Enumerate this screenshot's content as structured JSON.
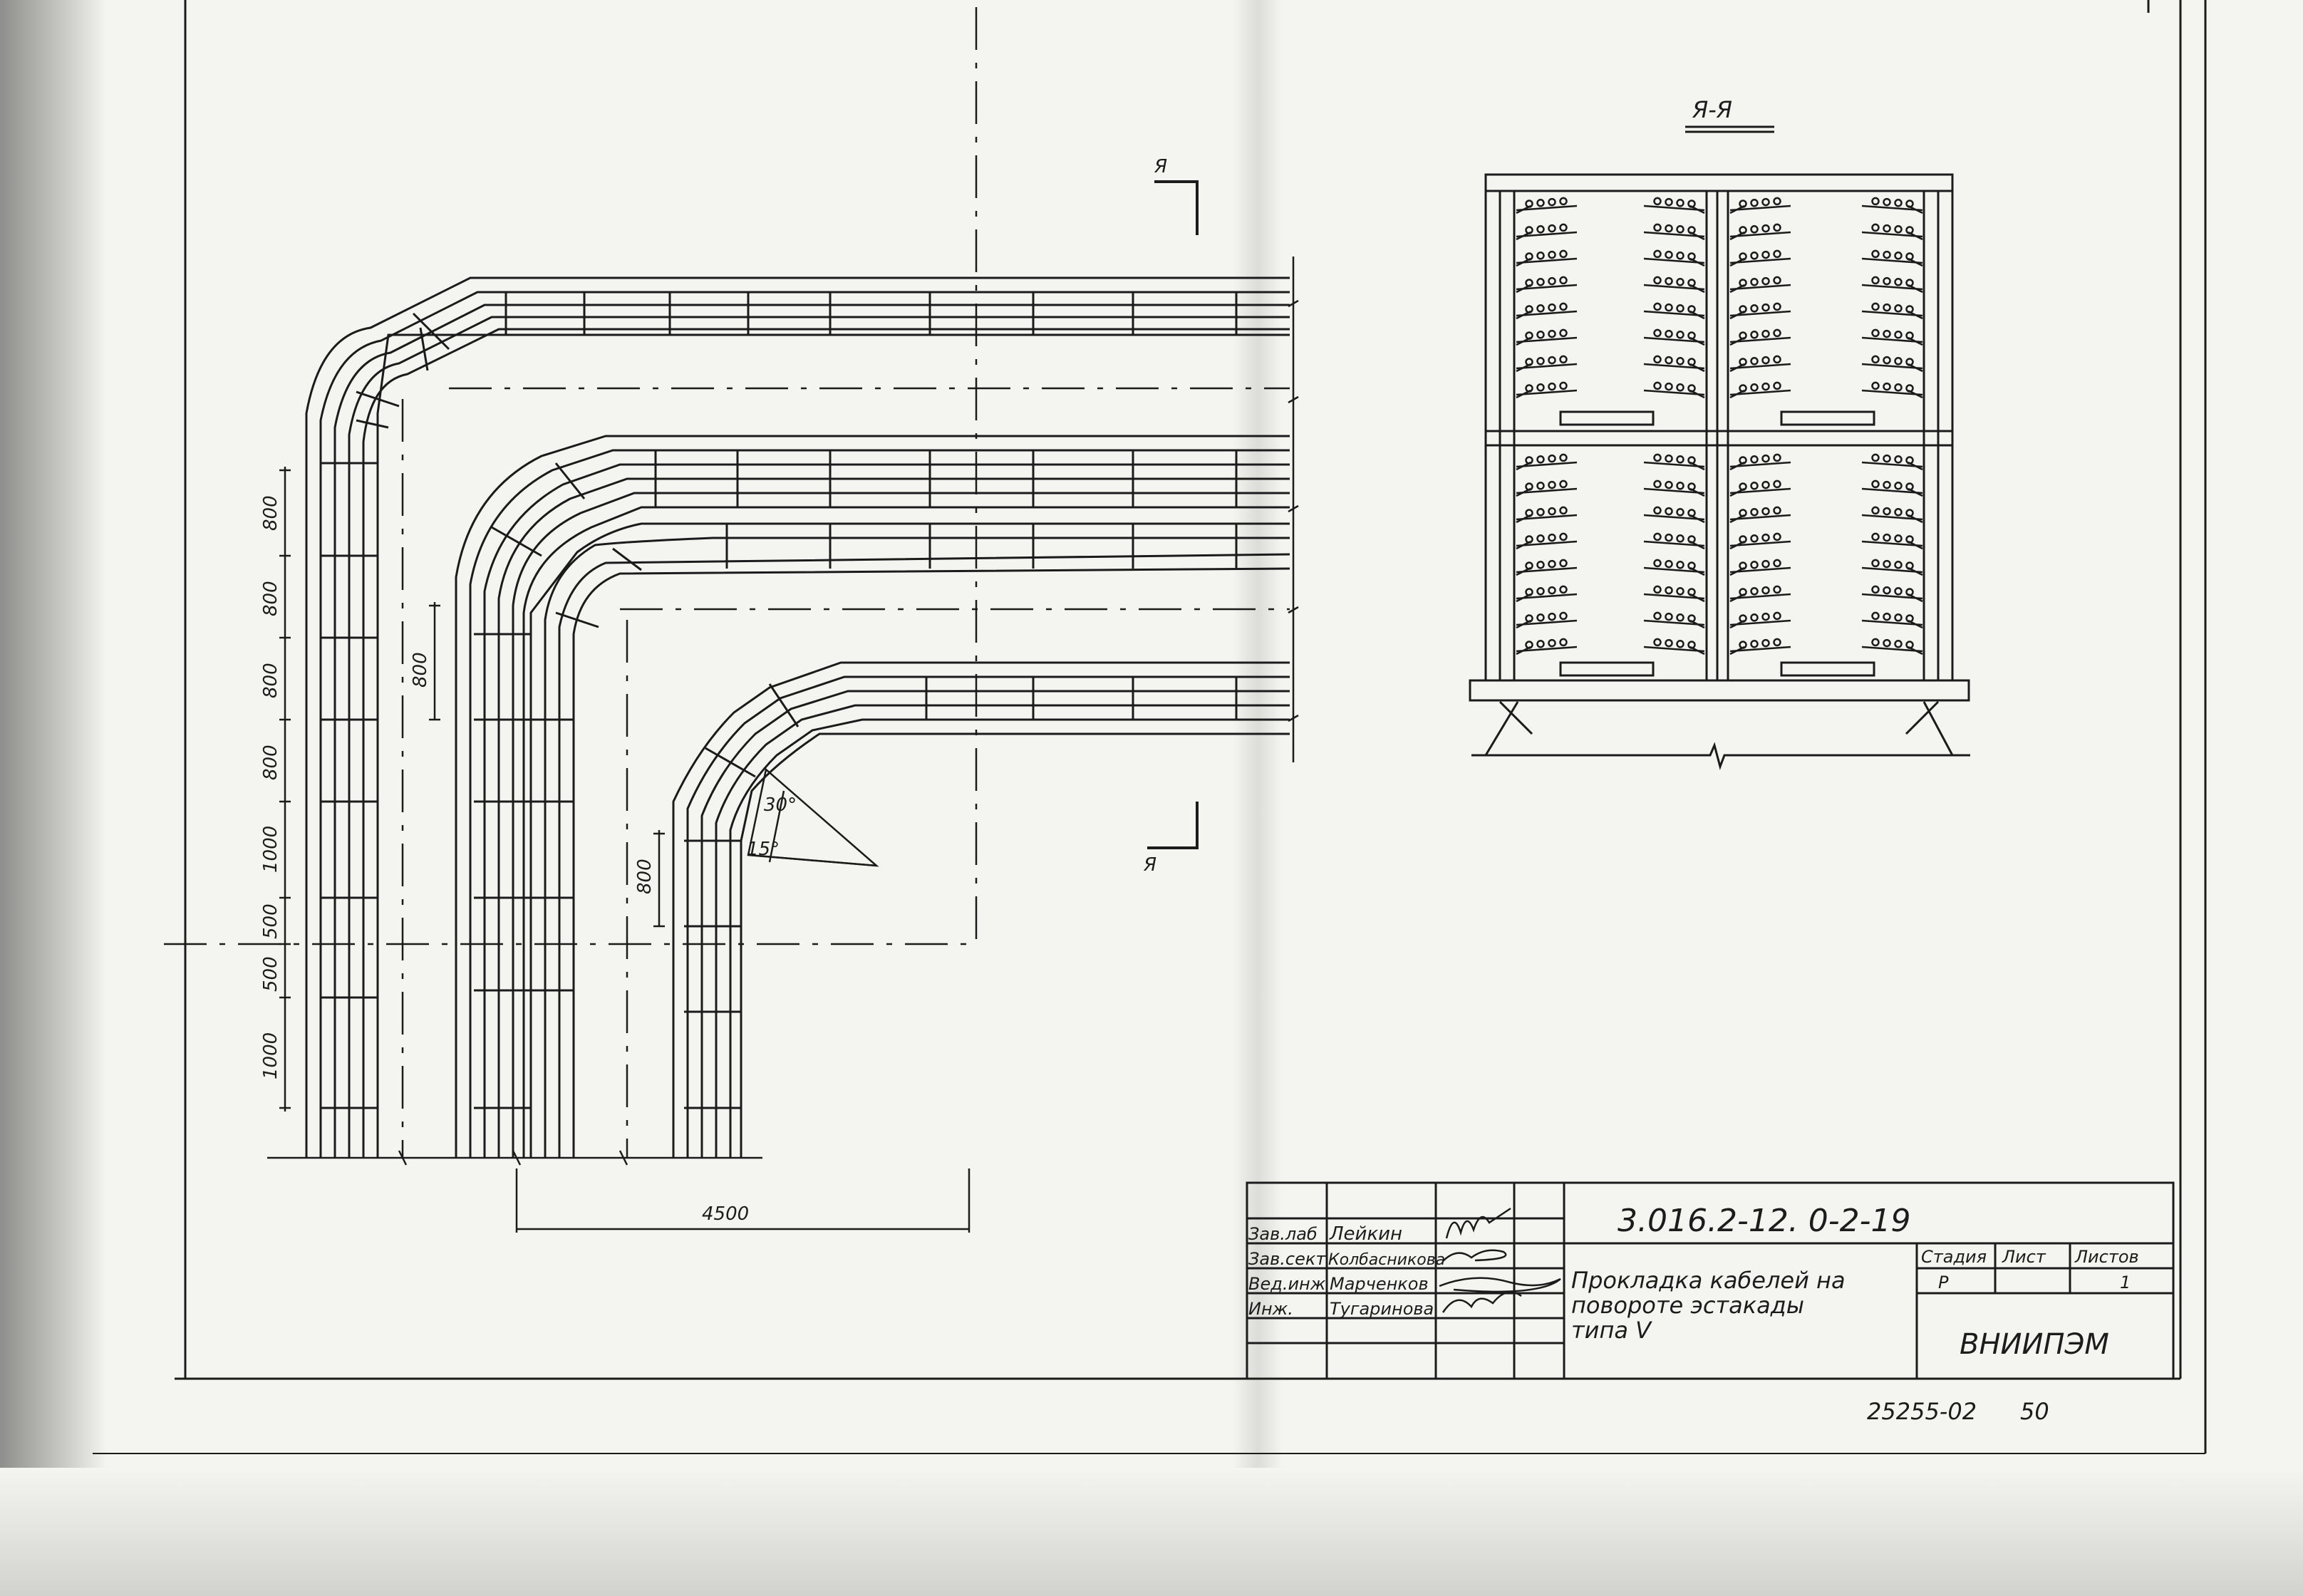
{
  "drawing": {
    "section_label": "Я-Я",
    "cut_mark_top": "Я",
    "cut_mark_bottom": "Я",
    "dimensions_left": [
      "800",
      "800",
      "800",
      "800",
      "1000",
      "500",
      "500",
      "1000"
    ],
    "dimension_middle": "800",
    "dimension_inner": "800",
    "dimension_bottom": "4500",
    "angle_30": "30°",
    "angle_15": "15°"
  },
  "title_block": {
    "document_code": "3.016.2-12. 0-2-19",
    "title_lines": [
      "Прокладка кабелей на",
      "повороте эстакады",
      "типа V"
    ],
    "stage_header": "Стадия",
    "sheet_header": "Лист",
    "sheets_header": "Листов",
    "stage_value": "Р",
    "sheets_value": "1",
    "organization": "ВНИИПЭМ",
    "staff": [
      {
        "role": "Зав.лаб",
        "name": "Лейкин"
      },
      {
        "role": "Зав.сект",
        "name": "Колбасникова"
      },
      {
        "role": "Вед.инж",
        "name": "Марченков"
      },
      {
        "role": "Инж.",
        "name": "Тугаринова"
      }
    ]
  },
  "footer": {
    "archive_number": "25255-02",
    "page_number": "50"
  },
  "colors": {
    "ink": "#1b1b1b",
    "paper": "#f4f4f1",
    "binding_shadow": "#9a9a98"
  }
}
